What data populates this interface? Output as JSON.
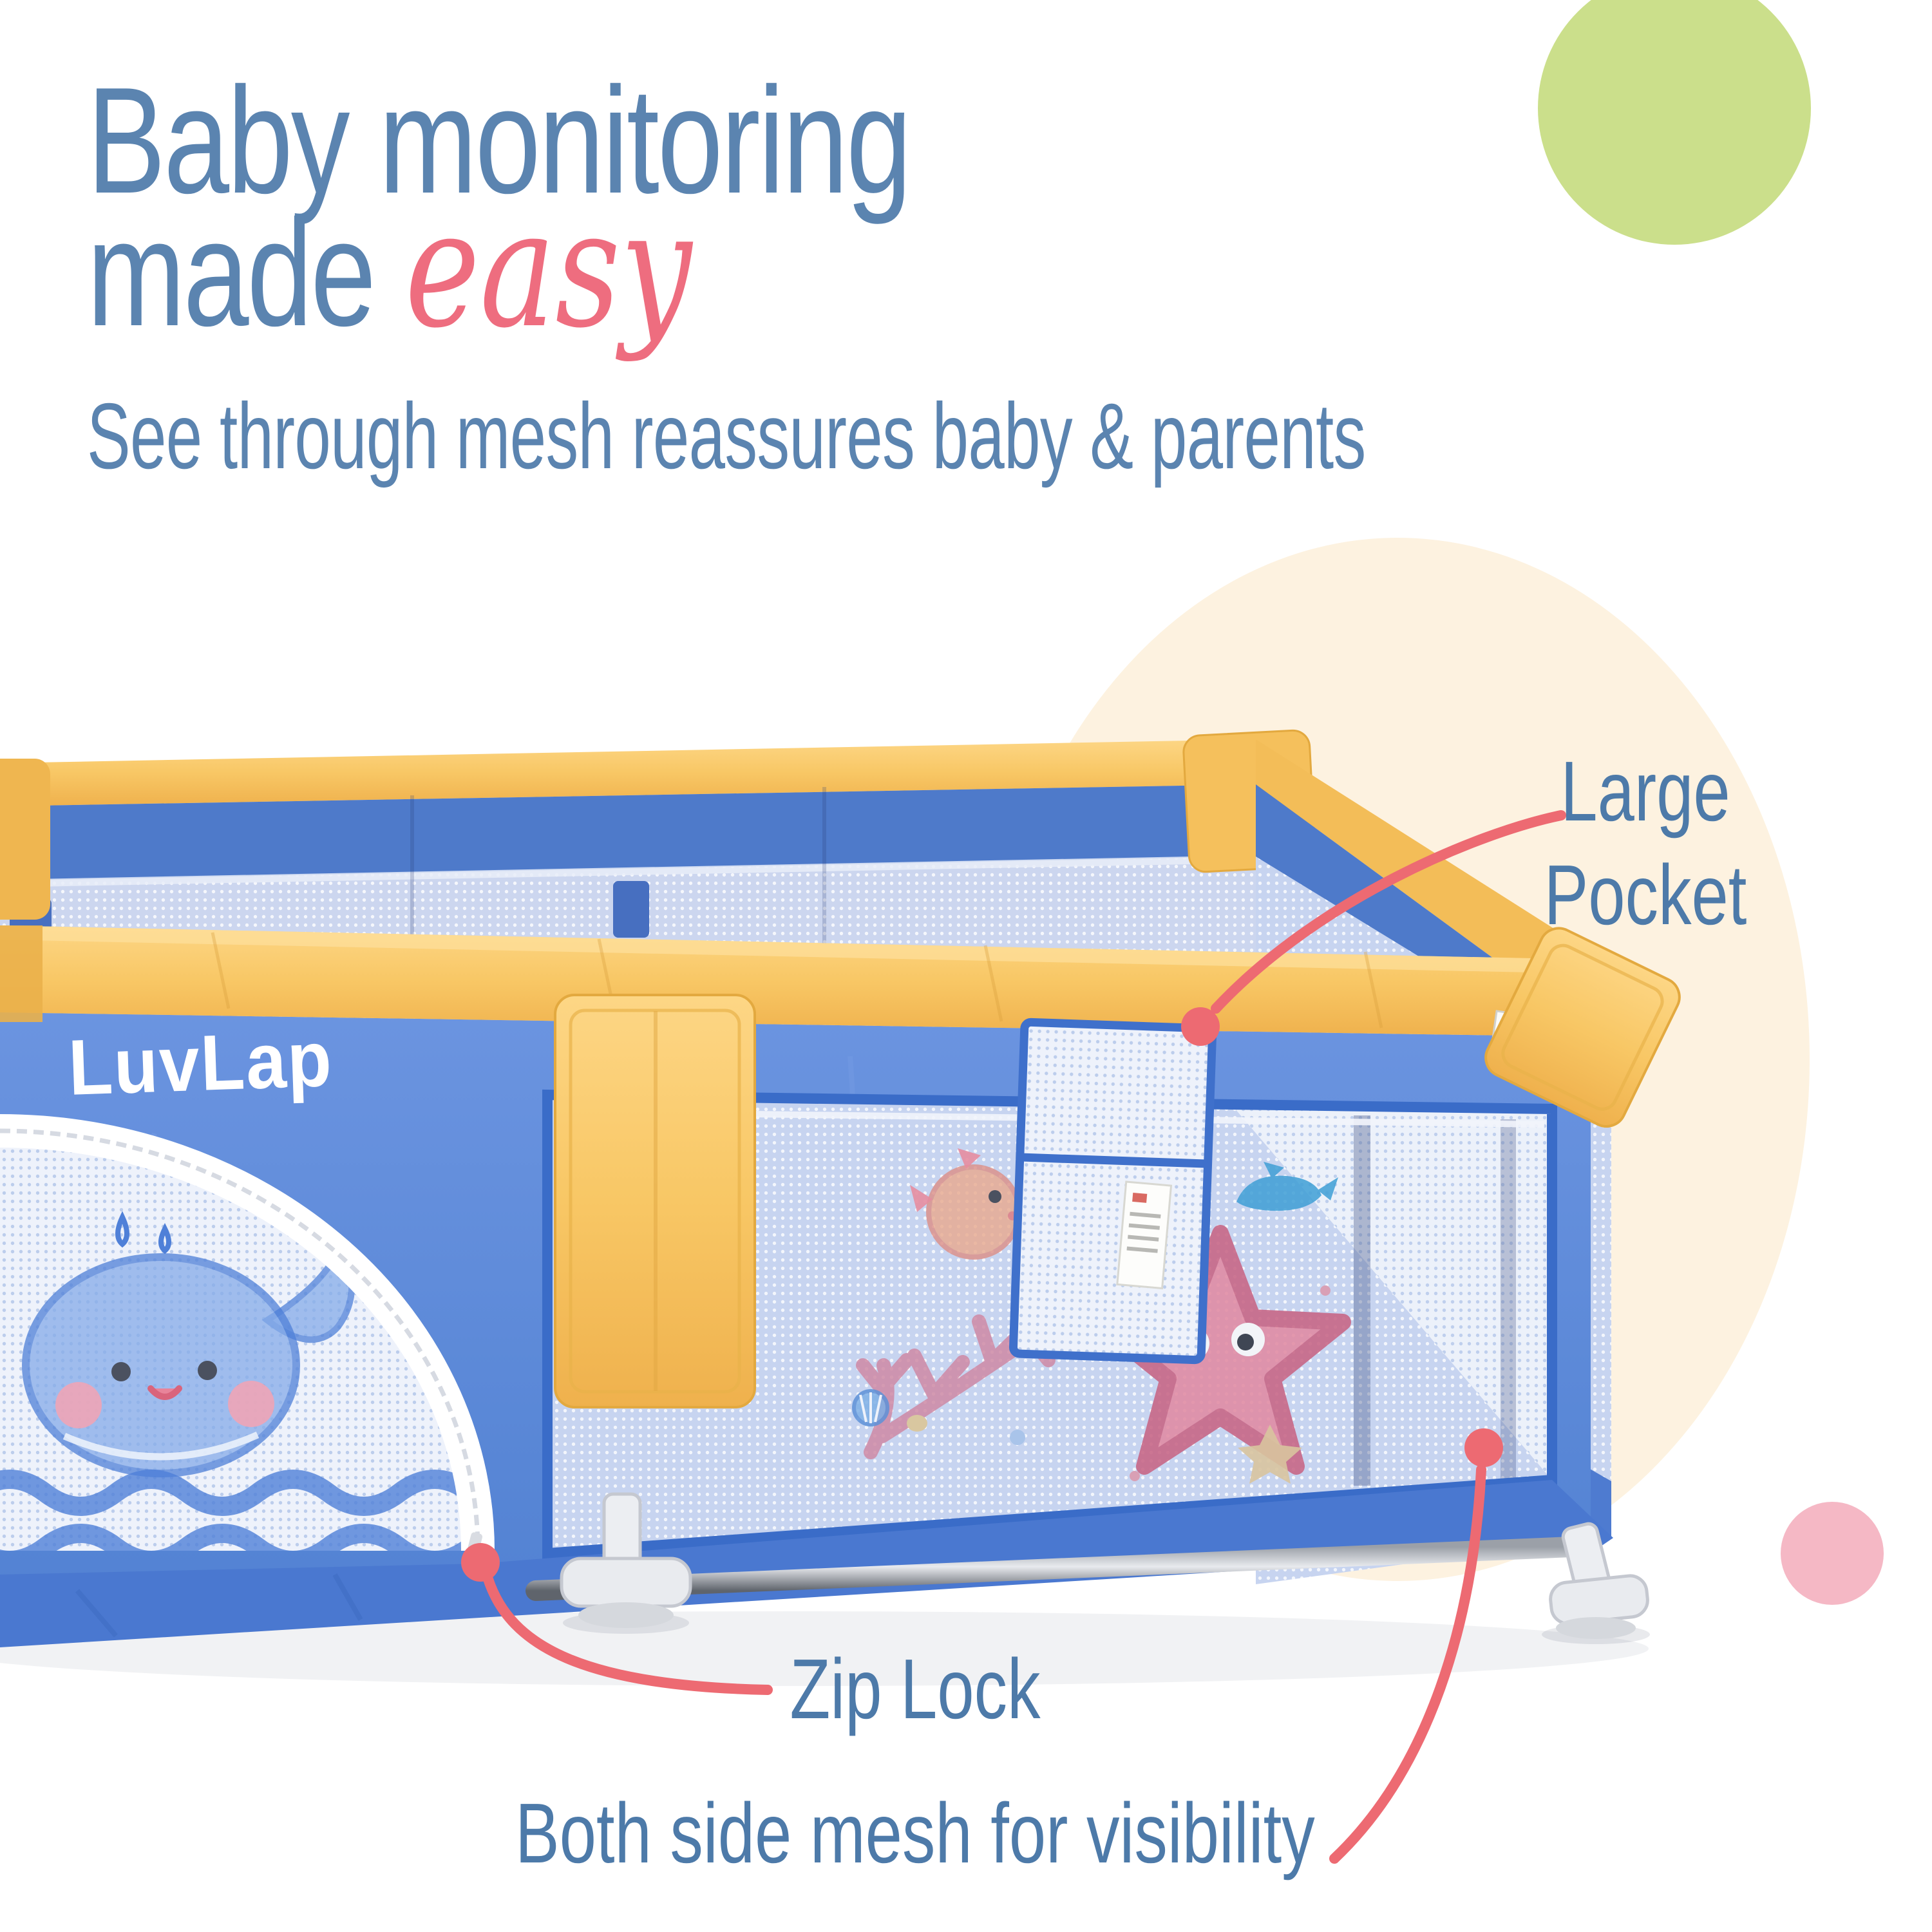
{
  "title": {
    "line1": "Baby monitoring",
    "line2_word": "made ",
    "line2_accent": "easy"
  },
  "subtitle": "See through mesh reassures baby & parents",
  "brand": {
    "logo_text": "LuvLap"
  },
  "callouts": {
    "large_pocket": {
      "line1": "Large",
      "line2": "Pocket"
    },
    "zip_lock": {
      "label": "Zip Lock"
    },
    "side_mesh": {
      "label": "Both side mesh for visibility"
    }
  },
  "colors": {
    "heading_blue": "#5b84b0",
    "accent_pink": "#ee6d7f",
    "callout_text_blue": "#4d7aa9",
    "leader_line_pink": "#ed6a72",
    "decor_green_circle": "#cbdf8b",
    "decor_cream_circle": "#fdf2e0",
    "decor_pink_circle": "#f5b8c5",
    "playpen_rail_yellow": "#f7c35f",
    "playpen_fabric_blue": "#5c88d9",
    "playpen_binding_blue": "#3a6cc8",
    "playpen_mesh_light": "#e9eefa",
    "playpen_mesh_blue": "#c7d4f0",
    "logo_white": "#ffffff",
    "plastic_foot_gray": "#e9ebef"
  }
}
